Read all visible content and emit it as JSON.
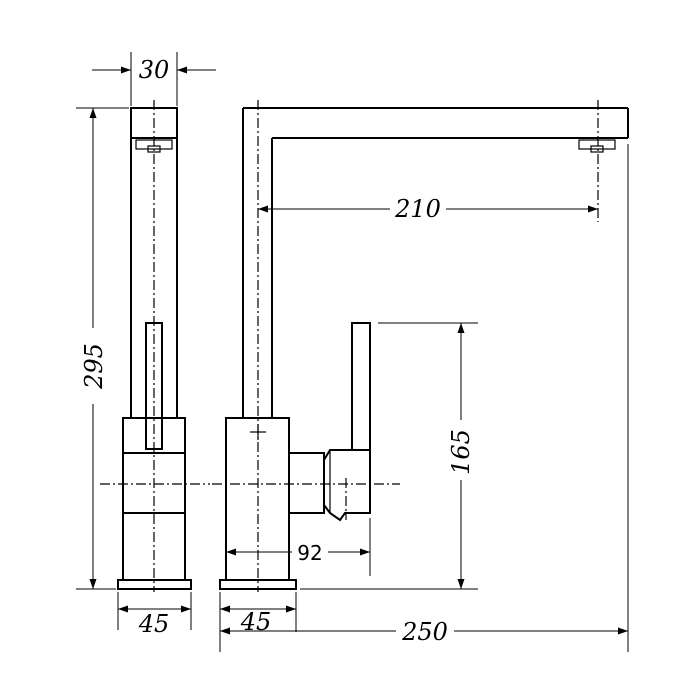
{
  "dimensions": {
    "top_width": "30",
    "side_height": "295",
    "spout_reach": "210",
    "handle_height": "165",
    "handle_offset": "92",
    "base_width_front": "45",
    "base_width_side": "45",
    "total_depth": "250"
  }
}
